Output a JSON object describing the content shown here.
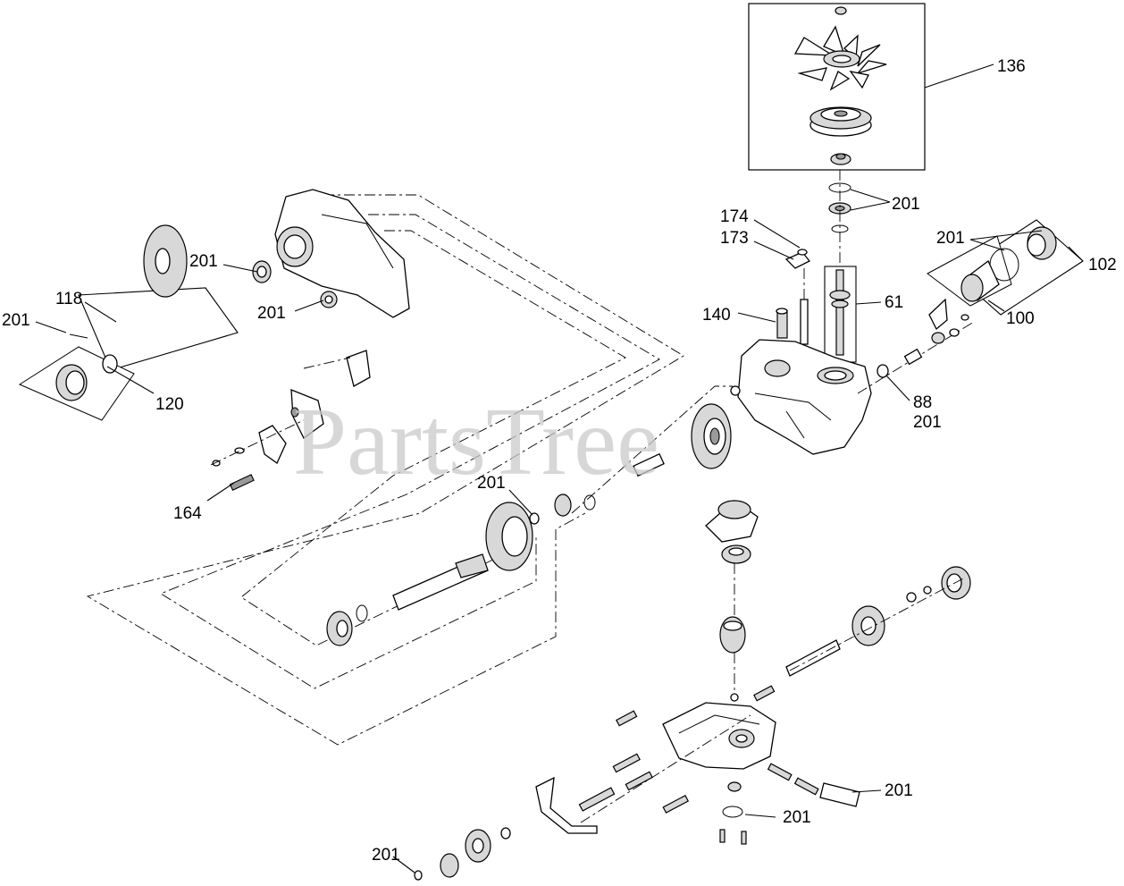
{
  "watermark": "PartsTree",
  "callouts": {
    "c136": "136",
    "c201_top": "201",
    "c174": "174",
    "c173": "173",
    "c201_filter": "201",
    "c102": "102",
    "c61": "61",
    "c140": "140",
    "c100": "100",
    "c88": "88",
    "c201_seal": "201",
    "c201_housing1": "201",
    "c201_housing2": "201",
    "c118": "118",
    "c201_hub": "201",
    "c120": "120",
    "c164": "164",
    "c201_shaft": "201",
    "c201_oring": "201",
    "c201_bottom": "201",
    "c201_gasket": "201"
  }
}
